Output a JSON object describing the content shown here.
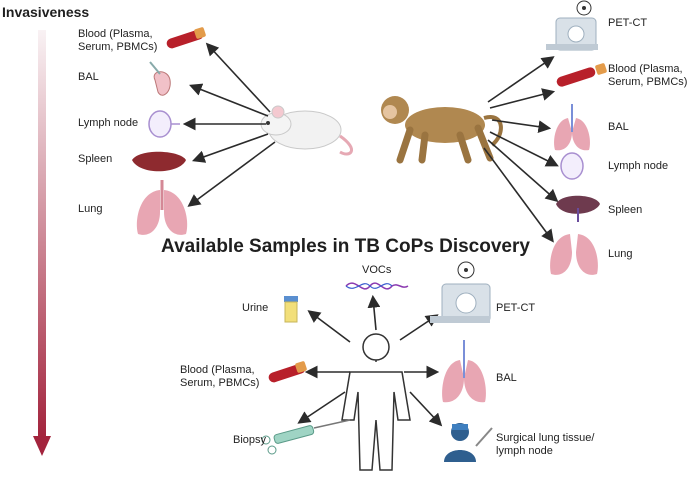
{
  "invasiveness_label": "Invasiveness",
  "title": "Available Samples in TB CoPs Discovery",
  "mouse": {
    "samples": [
      "Blood (Plasma,\nSerum, PBMCs)",
      "BAL",
      "Lymph node",
      "Spleen",
      "Lung"
    ]
  },
  "monkey": {
    "samples": [
      "PET-CT",
      "Blood (Plasma,\nSerum, PBMCs)",
      "BAL",
      "Lymph node",
      "Spleen",
      "Lung"
    ]
  },
  "human": {
    "samples": [
      "VOCs",
      "Urine",
      "PET-CT",
      "Blood (Plasma,\nSerum, PBMCs)",
      "BAL",
      "Biopsy",
      "Surgical lung tissue/\nlymph node"
    ]
  },
  "colors": {
    "gradient_top": "#f7eef0",
    "gradient_bottom": "#a3243d",
    "arrow": "#2b2b2b",
    "lung": "#e8a6b3",
    "blood_tube": "#b8202a",
    "spleen": "#8e2a2f",
    "monkey": "#b08850",
    "human_outline": "#333333",
    "pet_ct": "#d9e1e8"
  }
}
